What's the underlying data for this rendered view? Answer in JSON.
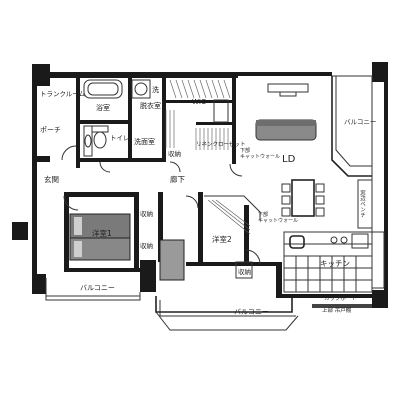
{
  "rooms": {
    "trunk_room": "トランクルーム",
    "porch": "ポーチ",
    "entrance": "玄関",
    "bathroom": "浴室",
    "laundry": "洗",
    "dressing": "脱衣室",
    "toilet": "トイレ",
    "wash_room": "洗面室",
    "storage_main": "収納",
    "wic": "WIC",
    "linen_closet": "リネンクローゼット",
    "hallway": "廊下",
    "ld": "LD",
    "bedroom1": "洋室1",
    "bedroom2": "洋室2",
    "closet_a": "収納",
    "closet_b": "収納",
    "closet_c": "収納",
    "kitchen": "キッチン",
    "balcony_right": "バルコニー",
    "balcony_bottom_left": "バルコニー",
    "balcony_bottom": "バルコニー"
  },
  "notes": {
    "ceiling_pipe_1": "下部\nキャットウォール",
    "ceiling_pipe_2": "下部\nキャットウォール",
    "window_bench": "窓辺ベンチ",
    "counter_board": "カップボード",
    "upper_cabinet": "上部 吊戸棚"
  }
}
